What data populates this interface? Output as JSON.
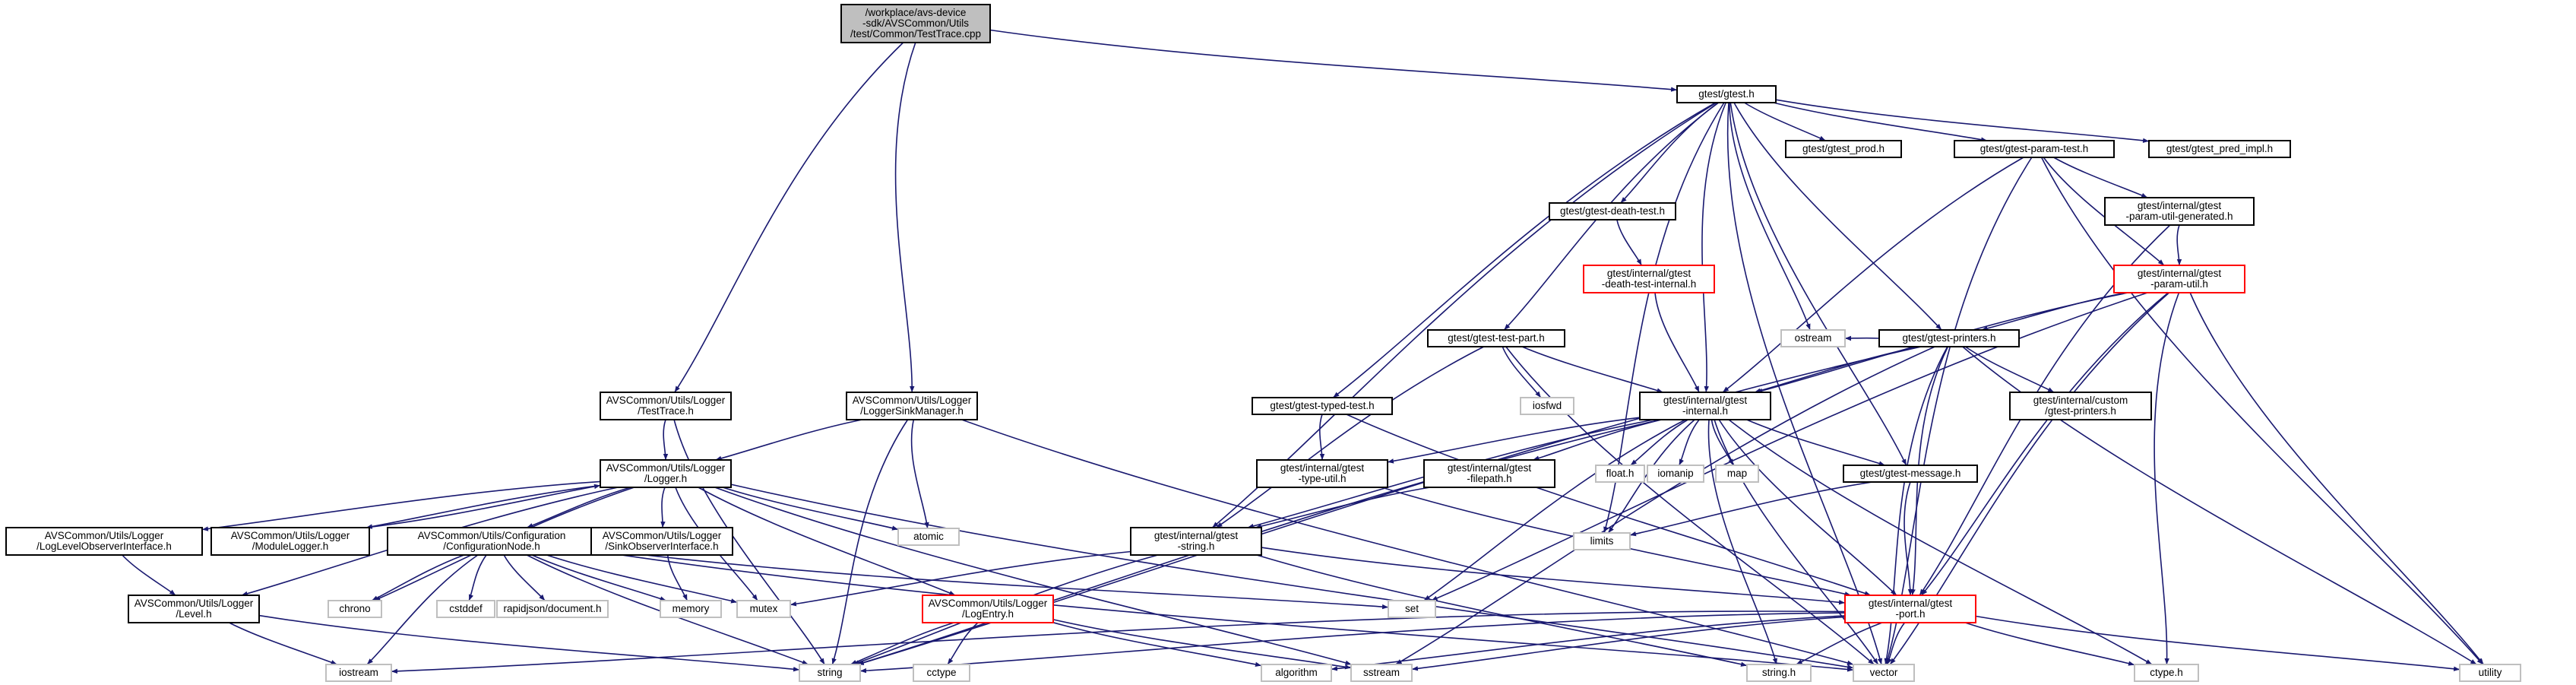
{
  "colors": {
    "edge": "#191970",
    "node_border": "#000000",
    "node_fill": "#ffffff",
    "root_fill": "#bfbfbf",
    "external_border": "#bfbfbf",
    "incomplete_border": "#ff0000"
  },
  "nodes": [
    {
      "id": "testtrace_cpp",
      "kind": "root",
      "lines": [
        "/workplace/avs-device",
        "-sdk/AVSCommon/Utils",
        "/test/Common/TestTrace.cpp"
      ]
    },
    {
      "id": "gtest_h",
      "kind": "normal",
      "lines": [
        "gtest/gtest.h"
      ]
    },
    {
      "id": "testtrace_h",
      "kind": "normal",
      "lines": [
        "AVSCommon/Utils/Logger",
        "/TestTrace.h"
      ]
    },
    {
      "id": "loggersinkmanager_h",
      "kind": "normal",
      "lines": [
        "AVSCommon/Utils/Logger",
        "/LoggerSinkManager.h"
      ]
    },
    {
      "id": "logger_h",
      "kind": "normal",
      "lines": [
        "AVSCommon/Utils/Logger",
        "/Logger.h"
      ]
    },
    {
      "id": "loglevelobserver_h",
      "kind": "normal",
      "lines": [
        "AVSCommon/Utils/Logger",
        "/LogLevelObserverInterface.h"
      ]
    },
    {
      "id": "modulelogger_h",
      "kind": "normal",
      "lines": [
        "AVSCommon/Utils/Logger",
        "/ModuleLogger.h"
      ]
    },
    {
      "id": "confignode_h",
      "kind": "normal",
      "lines": [
        "AVSCommon/Utils/Configuration",
        "/ConfigurationNode.h"
      ]
    },
    {
      "id": "sinkobserver_h",
      "kind": "normal",
      "lines": [
        "AVSCommon/Utils/Logger",
        "/SinkObserverInterface.h"
      ]
    },
    {
      "id": "level_h",
      "kind": "normal",
      "lines": [
        "AVSCommon/Utils/Logger",
        "/Level.h"
      ]
    },
    {
      "id": "logentry_h",
      "kind": "incomplete",
      "lines": [
        "AVSCommon/Utils/Logger",
        "/LogEntry.h"
      ]
    },
    {
      "id": "atomic",
      "kind": "external",
      "lines": [
        "atomic"
      ]
    },
    {
      "id": "chrono",
      "kind": "external",
      "lines": [
        "chrono"
      ]
    },
    {
      "id": "cstddef",
      "kind": "external",
      "lines": [
        "cstddef"
      ]
    },
    {
      "id": "rapidjson_document_h",
      "kind": "external",
      "lines": [
        "rapidjson/document.h"
      ]
    },
    {
      "id": "memory",
      "kind": "external",
      "lines": [
        "memory"
      ]
    },
    {
      "id": "mutex",
      "kind": "external",
      "lines": [
        "mutex"
      ]
    },
    {
      "id": "iostream",
      "kind": "external",
      "lines": [
        "iostream"
      ]
    },
    {
      "id": "string",
      "kind": "external",
      "lines": [
        "string"
      ]
    },
    {
      "id": "cctype",
      "kind": "external",
      "lines": [
        "cctype"
      ]
    },
    {
      "id": "sstream",
      "kind": "external",
      "lines": [
        "sstream"
      ]
    },
    {
      "id": "algorithm",
      "kind": "external",
      "lines": [
        "algorithm"
      ]
    },
    {
      "id": "string_h",
      "kind": "external",
      "lines": [
        "string.h"
      ]
    },
    {
      "id": "vector",
      "kind": "external",
      "lines": [
        "vector"
      ]
    },
    {
      "id": "set",
      "kind": "external",
      "lines": [
        "set"
      ]
    },
    {
      "id": "limits",
      "kind": "external",
      "lines": [
        "limits"
      ]
    },
    {
      "id": "float_h",
      "kind": "external",
      "lines": [
        "float.h"
      ]
    },
    {
      "id": "iomanip",
      "kind": "external",
      "lines": [
        "iomanip"
      ]
    },
    {
      "id": "map",
      "kind": "external",
      "lines": [
        "map"
      ]
    },
    {
      "id": "iosfwd",
      "kind": "external",
      "lines": [
        "iosfwd"
      ]
    },
    {
      "id": "ostream",
      "kind": "external",
      "lines": [
        "ostream"
      ]
    },
    {
      "id": "ctype_h",
      "kind": "external",
      "lines": [
        "ctype.h"
      ]
    },
    {
      "id": "utility",
      "kind": "external",
      "lines": [
        "utility"
      ]
    },
    {
      "id": "gtest_prod_h",
      "kind": "normal",
      "lines": [
        "gtest/gtest_prod.h"
      ]
    },
    {
      "id": "gtest_param_test_h",
      "kind": "normal",
      "lines": [
        "gtest/gtest-param-test.h"
      ]
    },
    {
      "id": "gtest_pred_impl_h",
      "kind": "normal",
      "lines": [
        "gtest/gtest_pred_impl.h"
      ]
    },
    {
      "id": "gtest_death_test_h",
      "kind": "normal",
      "lines": [
        "gtest/gtest-death-test.h"
      ]
    },
    {
      "id": "death_test_internal_h",
      "kind": "incomplete",
      "lines": [
        "gtest/internal/gtest",
        "-death-test-internal.h"
      ]
    },
    {
      "id": "param_util_generated_h",
      "kind": "normal",
      "lines": [
        "gtest/internal/gtest",
        "-param-util-generated.h"
      ]
    },
    {
      "id": "param_util_h",
      "kind": "incomplete",
      "lines": [
        "gtest/internal/gtest",
        "-param-util.h"
      ]
    },
    {
      "id": "gtest_test_part_h",
      "kind": "normal",
      "lines": [
        "gtest/gtest-test-part.h"
      ]
    },
    {
      "id": "gtest_printers_h",
      "kind": "normal",
      "lines": [
        "gtest/gtest-printers.h"
      ]
    },
    {
      "id": "gtest_typed_test_h",
      "kind": "normal",
      "lines": [
        "gtest/gtest-typed-test.h"
      ]
    },
    {
      "id": "gtest_internal_h",
      "kind": "normal",
      "lines": [
        "gtest/internal/gtest",
        "-internal.h"
      ]
    },
    {
      "id": "custom_printers_h",
      "kind": "normal",
      "lines": [
        "gtest/internal/custom",
        "/gtest-printers.h"
      ]
    },
    {
      "id": "type_util_h",
      "kind": "normal",
      "lines": [
        "gtest/internal/gtest",
        "-type-util.h"
      ]
    },
    {
      "id": "filepath_h",
      "kind": "normal",
      "lines": [
        "gtest/internal/gtest",
        "-filepath.h"
      ]
    },
    {
      "id": "gtest_message_h",
      "kind": "normal",
      "lines": [
        "gtest/gtest-message.h"
      ]
    },
    {
      "id": "internal_string_h",
      "kind": "normal",
      "lines": [
        "gtest/internal/gtest",
        "-string.h"
      ]
    },
    {
      "id": "gtest_port_h",
      "kind": "incomplete",
      "lines": [
        "gtest/internal/gtest",
        "-port.h"
      ]
    }
  ],
  "edges": [
    [
      "testtrace_cpp",
      "gtest_h"
    ],
    [
      "testtrace_cpp",
      "testtrace_h"
    ],
    [
      "testtrace_cpp",
      "loggersinkmanager_h"
    ],
    [
      "testtrace_h",
      "logger_h"
    ],
    [
      "testtrace_h",
      "string"
    ],
    [
      "loggersinkmanager_h",
      "logger_h"
    ],
    [
      "loggersinkmanager_h",
      "atomic"
    ],
    [
      "loggersinkmanager_h",
      "string"
    ],
    [
      "loggersinkmanager_h",
      "vector"
    ],
    [
      "logger_h",
      "loglevelobserver_h"
    ],
    [
      "logger_h",
      "modulelogger_h"
    ],
    [
      "logger_h",
      "confignode_h"
    ],
    [
      "logger_h",
      "sinkobserver_h"
    ],
    [
      "logger_h",
      "level_h"
    ],
    [
      "logger_h",
      "logentry_h"
    ],
    [
      "logger_h",
      "atomic"
    ],
    [
      "logger_h",
      "chrono"
    ],
    [
      "logger_h",
      "mutex"
    ],
    [
      "logger_h",
      "sstream"
    ],
    [
      "logger_h",
      "vector"
    ],
    [
      "loglevelobserver_h",
      "level_h"
    ],
    [
      "modulelogger_h",
      "logger_h"
    ],
    [
      "level_h",
      "iostream"
    ],
    [
      "level_h",
      "string"
    ],
    [
      "confignode_h",
      "chrono"
    ],
    [
      "confignode_h",
      "cstddef"
    ],
    [
      "confignode_h",
      "rapidjson_document_h"
    ],
    [
      "confignode_h",
      "memory"
    ],
    [
      "confignode_h",
      "mutex"
    ],
    [
      "confignode_h",
      "iostream"
    ],
    [
      "confignode_h",
      "string"
    ],
    [
      "confignode_h",
      "set"
    ],
    [
      "confignode_h",
      "vector"
    ],
    [
      "sinkobserver_h",
      "memory"
    ],
    [
      "logentry_h",
      "cctype"
    ],
    [
      "logentry_h",
      "string"
    ],
    [
      "logentry_h",
      "sstream"
    ],
    [
      "logentry_h",
      "algorithm"
    ],
    [
      "gtest_h",
      "limits"
    ],
    [
      "gtest_h",
      "ostream"
    ],
    [
      "gtest_h",
      "vector"
    ],
    [
      "gtest_h",
      "gtest_internal_h"
    ],
    [
      "gtest_h",
      "internal_string_h"
    ],
    [
      "gtest_h",
      "gtest_death_test_h"
    ],
    [
      "gtest_h",
      "gtest_message_h"
    ],
    [
      "gtest_h",
      "gtest_param_test_h"
    ],
    [
      "gtest_h",
      "gtest_printers_h"
    ],
    [
      "gtest_h",
      "gtest_prod_h"
    ],
    [
      "gtest_h",
      "gtest_test_part_h"
    ],
    [
      "gtest_h",
      "gtest_typed_test_h"
    ],
    [
      "gtest_h",
      "gtest_pred_impl_h"
    ],
    [
      "gtest_death_test_h",
      "death_test_internal_h"
    ],
    [
      "death_test_internal_h",
      "gtest_internal_h"
    ],
    [
      "gtest_param_test_h",
      "gtest_internal_h"
    ],
    [
      "gtest_param_test_h",
      "param_util_h"
    ],
    [
      "gtest_param_test_h",
      "param_util_generated_h"
    ],
    [
      "gtest_param_test_h",
      "utility"
    ],
    [
      "gtest_param_test_h",
      "vector"
    ],
    [
      "param_util_generated_h",
      "param_util_h"
    ],
    [
      "param_util_generated_h",
      "gtest_port_h"
    ],
    [
      "param_util_h",
      "ctype_h"
    ],
    [
      "param_util_h",
      "set"
    ],
    [
      "param_util_h",
      "utility"
    ],
    [
      "param_util_h",
      "vector"
    ],
    [
      "param_util_h",
      "gtest_internal_h"
    ],
    [
      "param_util_h",
      "gtest_port_h"
    ],
    [
      "param_util_h",
      "gtest_printers_h"
    ],
    [
      "gtest_test_part_h",
      "iosfwd"
    ],
    [
      "gtest_test_part_h",
      "vector"
    ],
    [
      "gtest_test_part_h",
      "gtest_internal_h"
    ],
    [
      "gtest_test_part_h",
      "internal_string_h"
    ],
    [
      "gtest_printers_h",
      "ostream"
    ],
    [
      "gtest_printers_h",
      "sstream"
    ],
    [
      "gtest_printers_h",
      "string"
    ],
    [
      "gtest_printers_h",
      "utility"
    ],
    [
      "gtest_printers_h",
      "vector"
    ],
    [
      "gtest_printers_h",
      "gtest_port_h"
    ],
    [
      "gtest_printers_h",
      "gtest_internal_h"
    ],
    [
      "gtest_printers_h",
      "custom_printers_h"
    ],
    [
      "gtest_typed_test_h",
      "gtest_port_h"
    ],
    [
      "gtest_typed_test_h",
      "type_util_h"
    ],
    [
      "gtest_internal_h",
      "gtest_port_h"
    ],
    [
      "gtest_internal_h",
      "ctype_h"
    ],
    [
      "gtest_internal_h",
      "float_h"
    ],
    [
      "gtest_internal_h",
      "string_h"
    ],
    [
      "gtest_internal_h",
      "iomanip"
    ],
    [
      "gtest_internal_h",
      "limits"
    ],
    [
      "gtest_internal_h",
      "map"
    ],
    [
      "gtest_internal_h",
      "set"
    ],
    [
      "gtest_internal_h",
      "string"
    ],
    [
      "gtest_internal_h",
      "vector"
    ],
    [
      "gtest_internal_h",
      "gtest_message_h"
    ],
    [
      "gtest_internal_h",
      "internal_string_h"
    ],
    [
      "gtest_internal_h",
      "filepath_h"
    ],
    [
      "gtest_internal_h",
      "type_util_h"
    ],
    [
      "type_util_h",
      "gtest_port_h"
    ],
    [
      "filepath_h",
      "internal_string_h"
    ],
    [
      "gtest_message_h",
      "limits"
    ],
    [
      "gtest_message_h",
      "gtest_port_h"
    ],
    [
      "internal_string_h",
      "mutex"
    ],
    [
      "internal_string_h",
      "string_h"
    ],
    [
      "internal_string_h",
      "string"
    ],
    [
      "internal_string_h",
      "gtest_port_h"
    ],
    [
      "gtest_port_h",
      "ctype_h"
    ],
    [
      "gtest_port_h",
      "string_h"
    ],
    [
      "gtest_port_h",
      "iostream"
    ],
    [
      "gtest_port_h",
      "sstream"
    ],
    [
      "gtest_port_h",
      "string"
    ],
    [
      "gtest_port_h",
      "utility"
    ],
    [
      "gtest_port_h",
      "vector"
    ],
    [
      "gtest_port_h",
      "algorithm"
    ]
  ]
}
